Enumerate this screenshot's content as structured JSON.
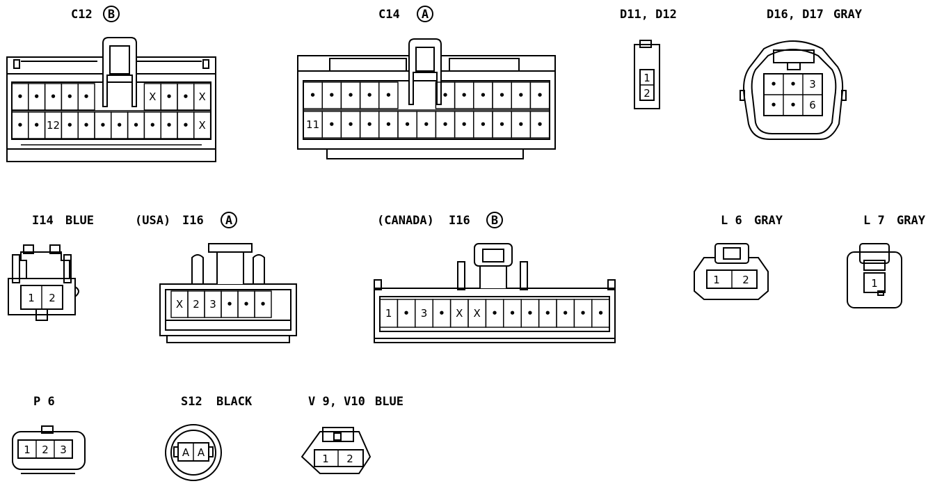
{
  "connectors": {
    "c12": {
      "name": "C12",
      "variant": "B",
      "top_row": [
        "•",
        "•",
        "•",
        "•",
        "•",
        "",
        "",
        "",
        "X",
        "•",
        "•",
        "X"
      ],
      "bottom_row": [
        "•",
        "•",
        "12",
        "•",
        "•",
        "•",
        "•",
        "•",
        "•",
        "•",
        "•",
        "X"
      ]
    },
    "c14": {
      "name": "C14",
      "variant": "A",
      "top_row": [
        "•",
        "•",
        "•",
        "•",
        "•",
        "",
        "",
        "•",
        "•",
        "•",
        "•",
        "•",
        "•"
      ],
      "bottom_row": [
        "11",
        "•",
        "•",
        "•",
        "•",
        "•",
        "•",
        "•",
        "•",
        "•",
        "•",
        "•",
        "•"
      ]
    },
    "d11": {
      "name": "D11, D12",
      "pins": [
        "1",
        "2"
      ]
    },
    "d16": {
      "name": "D16, D17",
      "color": "GRAY",
      "top_row": [
        "•",
        "•",
        "3"
      ],
      "bottom_row": [
        "•",
        "•",
        "6"
      ]
    },
    "i14": {
      "name": "I14",
      "color": "BLUE",
      "pins": [
        "1",
        "2"
      ]
    },
    "i16a": {
      "prefix": "(USA)",
      "name": "I16",
      "variant": "A",
      "pins": [
        "X",
        "2",
        "3",
        "•",
        "•",
        "•"
      ]
    },
    "i16b": {
      "prefix": "(CANADA)",
      "name": "I16",
      "variant": "B",
      "pins": [
        "1",
        "•",
        "3",
        "•",
        "X",
        "X",
        "•",
        "•",
        "•",
        "•",
        "•",
        "•",
        "•"
      ]
    },
    "l6": {
      "name": "L 6",
      "color": "GRAY",
      "pins": [
        "1",
        "2"
      ]
    },
    "l7": {
      "name": "L 7",
      "color": "GRAY",
      "pins": [
        "1"
      ]
    },
    "p6": {
      "name": "P 6",
      "pins": [
        "1",
        "2",
        "3"
      ]
    },
    "s12": {
      "name": "S12",
      "color": "BLACK",
      "pins": [
        "A",
        "A"
      ]
    },
    "v9": {
      "name": "V 9, V10",
      "color": "BLUE",
      "pins": [
        "1",
        "2"
      ]
    }
  }
}
